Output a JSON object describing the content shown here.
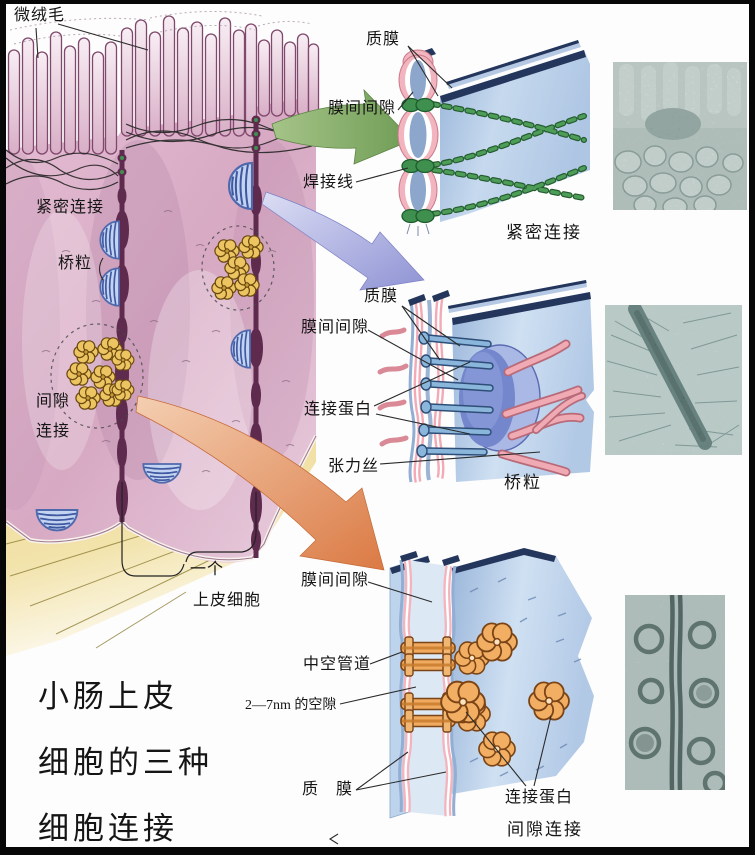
{
  "title": {
    "line1": "小肠上皮",
    "line2": "细胞的三种",
    "line3": "细胞连接"
  },
  "left_illustration": {
    "microvilli": "微绒毛",
    "tight_junction": "紧密连接",
    "desmosome": "桥粒",
    "gap_junction_line1": "间隙",
    "gap_junction_line2": "连接",
    "one_cell_line1": "一个",
    "one_cell_line2": "上皮细胞"
  },
  "tight_junction_panel": {
    "plasma_membrane": "质膜",
    "membrane_gap": "膜间间隙",
    "sealing_strand": "焊接线",
    "caption": "紧密连接"
  },
  "desmosome_panel": {
    "plasma_membrane": "质膜",
    "membrane_gap": "膜间间隙",
    "link_protein": "连接蛋白",
    "tension_filament": "张力丝",
    "caption": "桥粒"
  },
  "gap_junction_panel": {
    "membrane_gap": "膜间间隙",
    "hollow_channel": "中空管道",
    "gap_size": "2—7nm 的空隙",
    "plasma_membrane": "质　膜",
    "link_protein": "连接蛋白",
    "caption": "间隙连接"
  },
  "colors": {
    "cell_pink": "#d9aec6",
    "membrane_purple": "#5e2a4e",
    "basement_tan": "#ecd98f",
    "sheet_blue": "#b5cce6",
    "membrane_pink": "#f2b0bc",
    "strand_green": "#3f8f4f",
    "connexon_orange": "#f0aa60",
    "desmosome_disc": "#7b8cd0",
    "arrow_green": "#7fa45f",
    "arrow_blue": "#9fa3dc",
    "arrow_orange": "#e08a5a"
  }
}
